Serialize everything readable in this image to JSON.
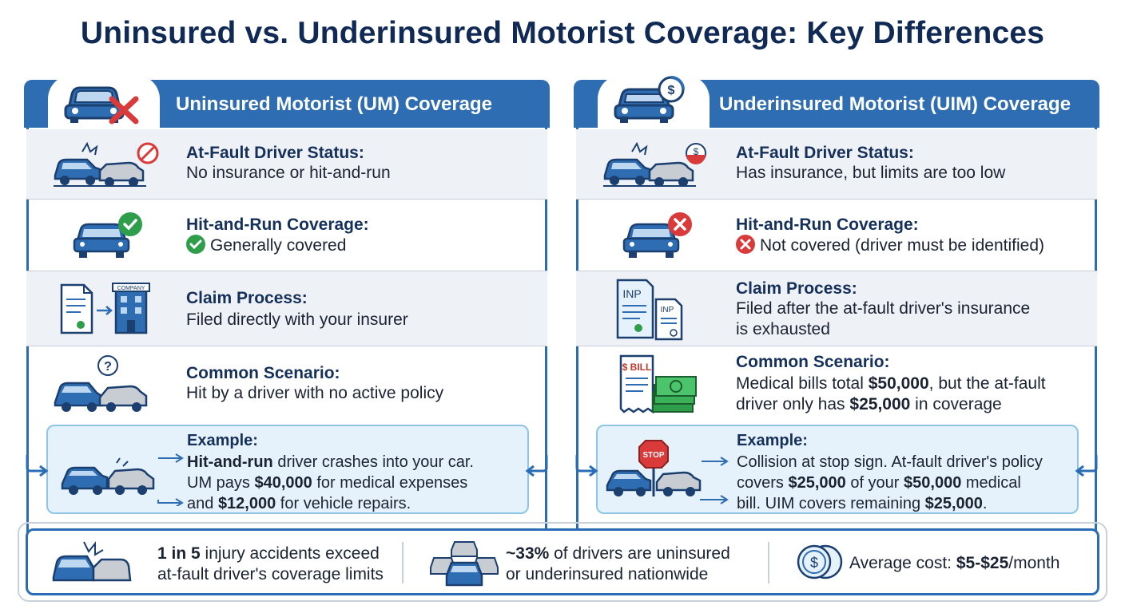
{
  "title": "Uninsured vs. Underinsured Motorist Coverage: Key Differences",
  "um": {
    "header": "Uninsured Motorist (UM) Coverage",
    "rows": [
      {
        "label": "At-Fault Driver Status:",
        "value": "No insurance or hit-and-run"
      },
      {
        "label": "Hit-and-Run Coverage:",
        "value": "Generally covered"
      },
      {
        "label": "Claim Process:",
        "value": "Filed directly with your insurer"
      },
      {
        "label": "Common Scenario:",
        "value": "Hit by a driver with no active policy"
      }
    ],
    "example": {
      "label": "Example:",
      "line1_bold": "Hit-and-run",
      "line1_rest": " driver crashes into your car.",
      "line2_pre": "UM pays ",
      "line2_bold": "$40,000",
      "line2_rest": " for medical expenses",
      "line3_pre": "and ",
      "line3_bold": "$12,000",
      "line3_rest": " for vehicle repairs."
    },
    "building_sign": "COMPANY"
  },
  "uim": {
    "header": "Underinsured Motorist (UIM) Coverage",
    "rows": [
      {
        "label": "At-Fault Driver Status:",
        "value": "Has insurance, but limits are too low"
      },
      {
        "label": "Hit-and-Run Coverage:",
        "value": "Not covered (driver must be identified)"
      },
      {
        "label": "Claim Process:",
        "value_line1": "Filed after the at-fault driver's insurance",
        "value_line2": "is exhausted"
      },
      {
        "label": "Common Scenario:",
        "line1_pre": "Medical bills total ",
        "line1_bold": "$50,000",
        "line1_rest": ", but the at-fault",
        "line2_pre": "driver only has ",
        "line2_bold": "$25,000",
        "line2_rest": " in coverage"
      }
    ],
    "example": {
      "label": "Example:",
      "line1": "Collision at stop sign. At-fault driver's policy",
      "line2_pre": "covers ",
      "line2_bold1": "$25,000",
      "line2_mid": " of your ",
      "line2_bold2": "$50,000",
      "line2_rest": " medical",
      "line3_pre": "bill. UIM covers remaining ",
      "line3_bold": "$25,000",
      "line3_rest": "."
    },
    "doc_label_big": "INP",
    "doc_label_small": "INP",
    "bill_label": "$ BILL",
    "stop_label": "STOP"
  },
  "stats": [
    {
      "bold": "1 in 5",
      "rest": " injury accidents exceed",
      "line2": "at-fault driver's coverage limits"
    },
    {
      "bold": "~33%",
      "rest": " of drivers are uninsured",
      "line2": "or underinsured nationwide"
    },
    {
      "pre": "Average cost: ",
      "bold": "$5-$25",
      "rest": "/month"
    }
  ],
  "colors": {
    "primary": "#2e6db2",
    "title": "#112a55",
    "check": "#2e9e4a",
    "cross": "#d93a3a",
    "example_bg": "#e6f2fb"
  }
}
